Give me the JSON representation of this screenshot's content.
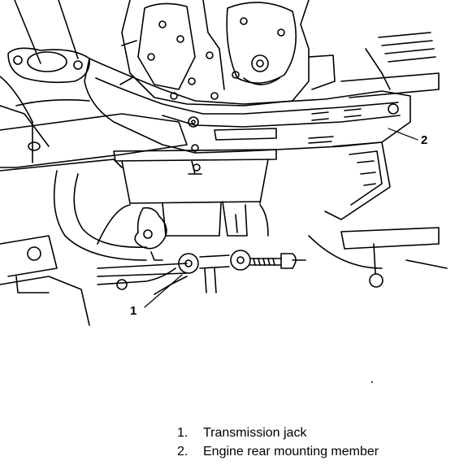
{
  "callouts": [
    {
      "number": "1"
    },
    {
      "number": "2"
    }
  ],
  "legend": [
    {
      "number": "1.",
      "label": "Transmission jack"
    },
    {
      "number": "2.",
      "label": "Engine rear mounting member"
    }
  ],
  "colors": {
    "ink": "#000000",
    "paper": "#ffffff"
  }
}
